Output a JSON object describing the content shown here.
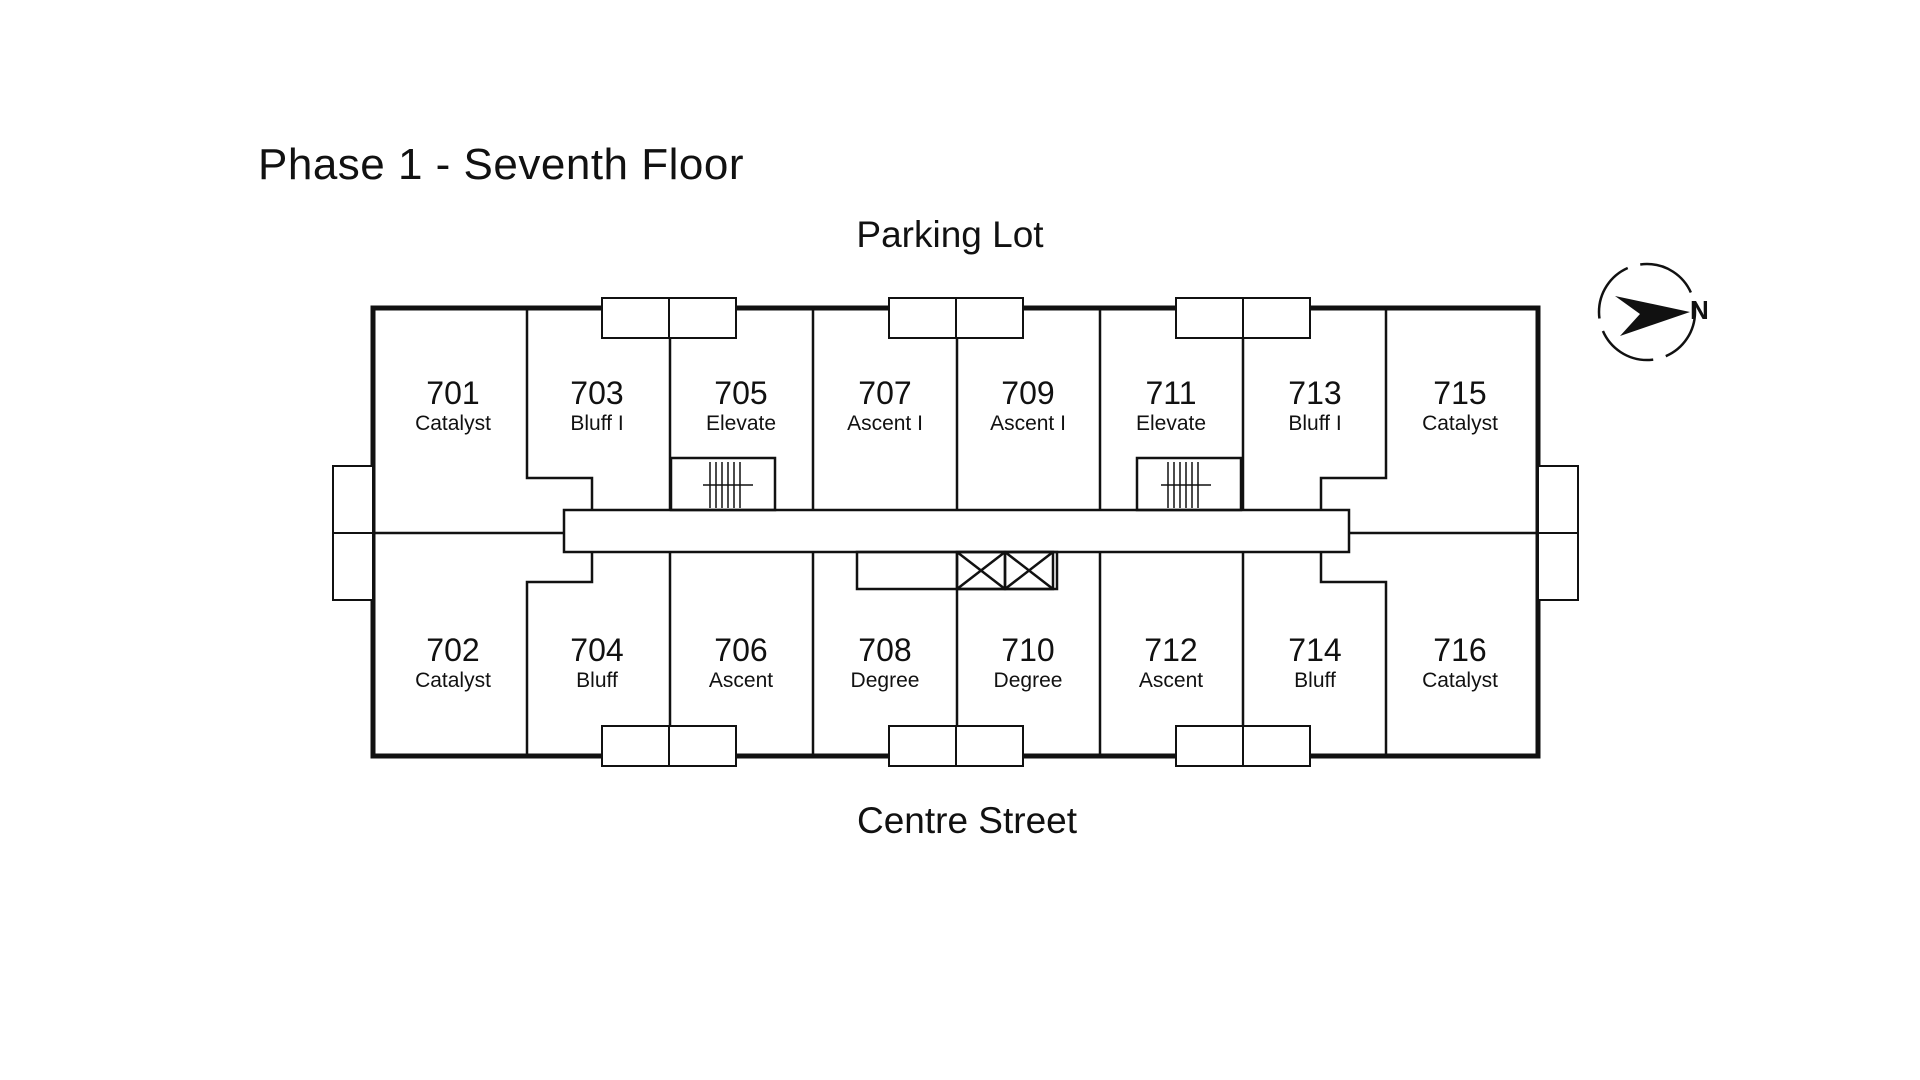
{
  "title": "Phase 1 - Seventh Floor",
  "labels": {
    "top": "Parking Lot",
    "bottom": "Centre Street",
    "compass": "N"
  },
  "units": [
    {
      "number": "701",
      "type": "Catalyst"
    },
    {
      "number": "703",
      "type": "Bluff I"
    },
    {
      "number": "705",
      "type": "Elevate"
    },
    {
      "number": "707",
      "type": "Ascent I"
    },
    {
      "number": "709",
      "type": "Ascent I"
    },
    {
      "number": "711",
      "type": "Elevate"
    },
    {
      "number": "713",
      "type": "Bluff I"
    },
    {
      "number": "715",
      "type": "Catalyst"
    },
    {
      "number": "702",
      "type": "Catalyst"
    },
    {
      "number": "704",
      "type": "Bluff"
    },
    {
      "number": "706",
      "type": "Ascent"
    },
    {
      "number": "708",
      "type": "Degree"
    },
    {
      "number": "710",
      "type": "Degree"
    },
    {
      "number": "712",
      "type": "Ascent"
    },
    {
      "number": "714",
      "type": "Bluff"
    },
    {
      "number": "716",
      "type": "Catalyst"
    }
  ],
  "colors": {
    "line": "#111111",
    "background": "#ffffff"
  }
}
